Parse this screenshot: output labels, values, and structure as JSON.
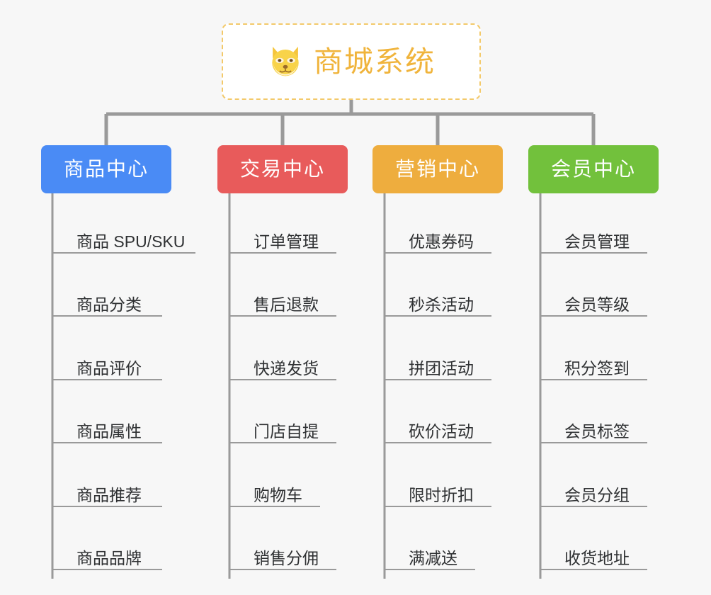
{
  "page": {
    "background_color": "#f7f7f7",
    "line_color": "#9a9a9a"
  },
  "root": {
    "title": "商城系统",
    "icon": "shiba-dog-face-icon",
    "border_color": "#f3c96a",
    "text_color": "#f0b43c",
    "background_color": "#ffffff"
  },
  "categories": [
    {
      "label": "商品中心",
      "color": "#4a8bf5",
      "items": [
        "商品 SPU/SKU",
        "商品分类",
        "商品评价",
        "商品属性",
        "商品推荐",
        "商品品牌"
      ]
    },
    {
      "label": "交易中心",
      "color": "#e85b5b",
      "items": [
        "订单管理",
        "售后退款",
        "快递发货",
        "门店自提",
        "购物车",
        "销售分佣"
      ]
    },
    {
      "label": "营销中心",
      "color": "#eead3e",
      "items": [
        "优惠券码",
        "秒杀活动",
        "拼团活动",
        "砍价活动",
        "限时折扣",
        "满减送"
      ]
    },
    {
      "label": "会员中心",
      "color": "#72c13c",
      "items": [
        "会员管理",
        "会员等级",
        "积分签到",
        "会员标签",
        "会员分组",
        "收货地址"
      ]
    }
  ]
}
